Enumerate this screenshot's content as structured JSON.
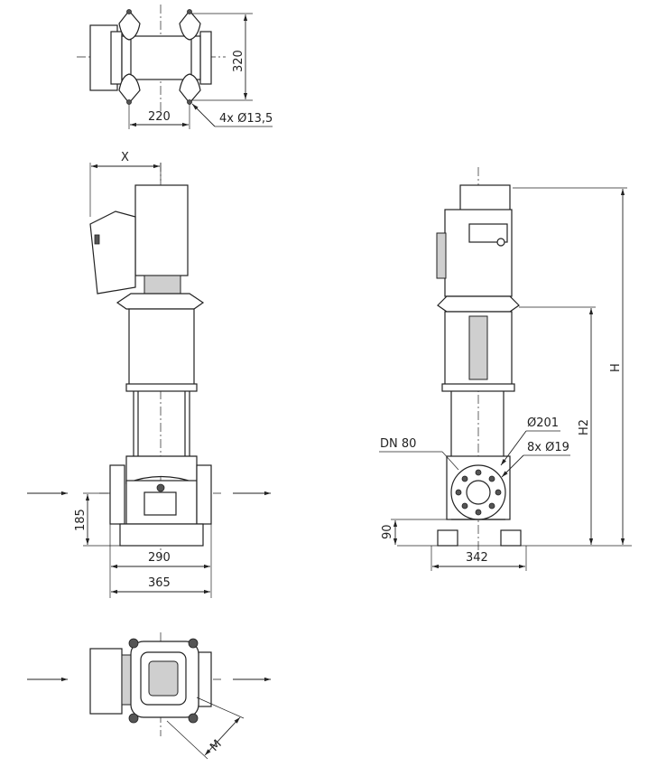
{
  "title": "Vertical multistage pump dimension drawing",
  "top_view": {
    "dim_width": "320",
    "dim_foot_spacing": "220",
    "foot_holes": "4x Ø13,5"
  },
  "front_view": {
    "dim_x": "X",
    "dim_inlet_height": "185",
    "dim_base_width": "290",
    "dim_flange_span": "365"
  },
  "side_view": {
    "flange_dn": "DN 80",
    "bolt_circle": "Ø201",
    "flange_holes": "8x Ø19",
    "dim_base_height": "90",
    "dim_base_width": "342",
    "dim_h2": "H2",
    "dim_h": "H"
  },
  "bottom_view": {
    "dim_m": "M"
  }
}
